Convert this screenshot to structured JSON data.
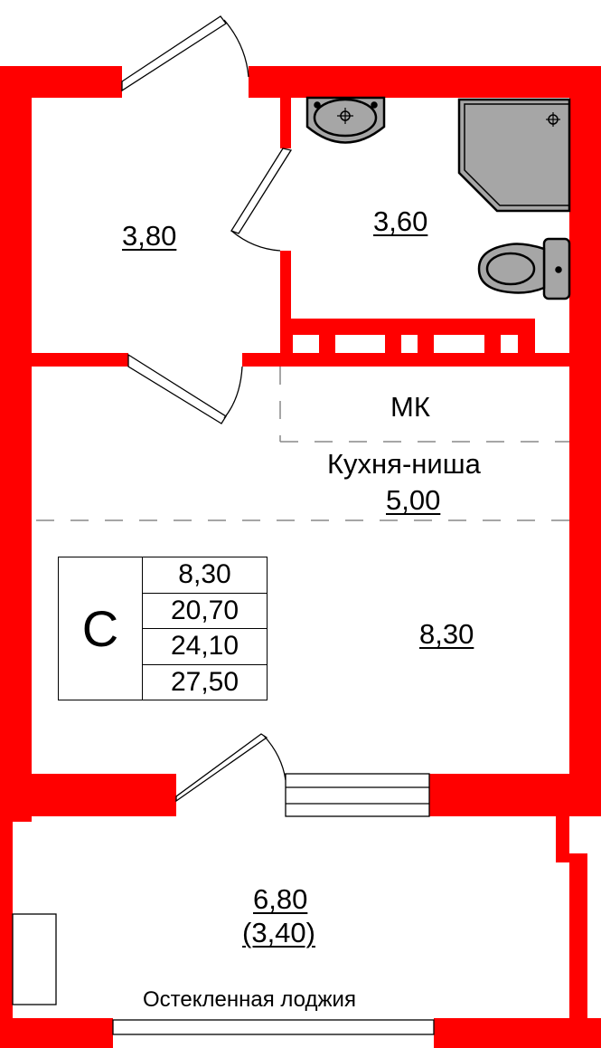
{
  "plan": {
    "wall_color": "#ff0000",
    "fixture_color": "#a6a6a6",
    "background": "#ffffff"
  },
  "rooms": {
    "hall": {
      "area": "3,80"
    },
    "bathroom": {
      "area": "3,60"
    },
    "kitchen": {
      "code": "МК",
      "name": "Кухня-ниша",
      "area": "5,00"
    },
    "living": {
      "area": "8,30"
    },
    "loggia": {
      "area": "6,80",
      "area_reduced": "(3,40)",
      "name": "Остекленная лоджия"
    }
  },
  "legend": {
    "type": "С",
    "values": [
      "8,30",
      "20,70",
      "24,10",
      "27,50"
    ]
  }
}
